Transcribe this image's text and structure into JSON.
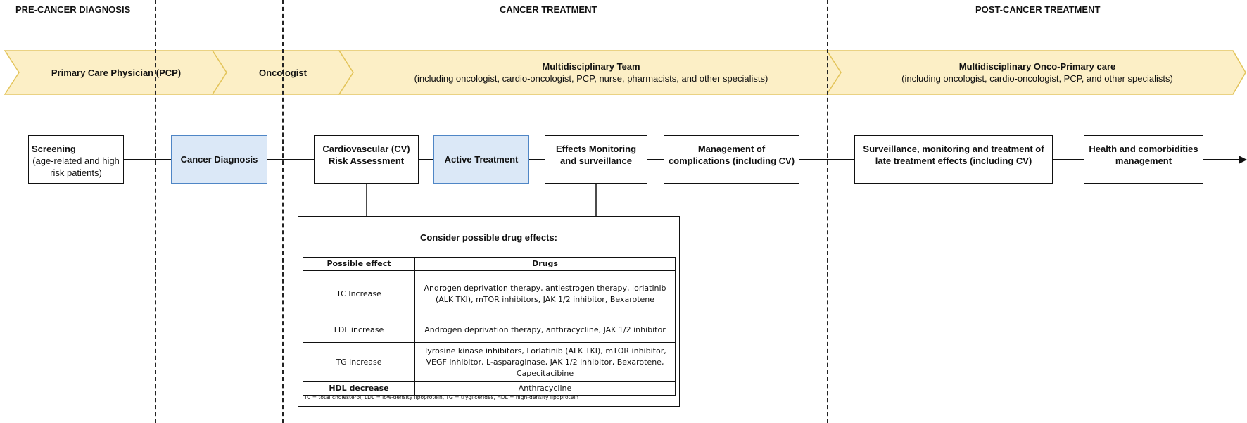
{
  "phases": {
    "pre": "PRE-CANCER DIAGNOSIS",
    "treatment": "CANCER TREATMENT",
    "post": "POST-CANCER TREATMENT"
  },
  "bands": {
    "pcp": "Primary Care Physician (PCP)",
    "oncologist": "Oncologist",
    "mdt_title": "Multidisciplinary Team",
    "mdt_sub": "(including oncologist, cardio-oncologist, PCP, nurse, pharmacists, and other specialists)",
    "onco_title": "Multidisciplinary Onco-Primary care",
    "onco_sub": "(including oncologist, cardio-oncologist, PCP, and other specialists)",
    "fill_color": "#fcefc6",
    "stroke_color": "#e3c45a"
  },
  "steps": {
    "screening_title": "Screening",
    "screening_sub": "(age-related and high risk patients)",
    "diagnosis": "Cancer Diagnosis",
    "cv_risk": "Cardiovascular (CV) Risk Assessment",
    "active": "Active Treatment",
    "monitoring": "Effects Monitoring and surveillance",
    "complications": "Management of complications (including CV)",
    "surveillance": "Surveillance, monitoring and treatment of late treatment effects (including CV)",
    "health": "Health and comorbidities management"
  },
  "drug_panel": {
    "title": "Consider possible drug effects:",
    "headers": [
      "Possible effect",
      "Drugs"
    ],
    "rows": [
      {
        "effect": "TC Increase",
        "drugs": "Androgen deprivation therapy, antiestrogen therapy, lorlatinib (ALK TKI), mTOR inhibitors, JAK 1/2 inhibitor, Bexarotene"
      },
      {
        "effect": "LDL increase",
        "drugs": "Androgen deprivation therapy, anthracycline, JAK 1/2 inhibitor"
      },
      {
        "effect": "TG increase",
        "drugs": "Tyrosine kinase inhibitors, Lorlatinib (ALK TKI), mTOR inhibitor, VEGF inhibitor, L-asparaginase, JAK 1/2 inhibitor, Bexarotene, Capecitacibine"
      },
      {
        "effect": "HDL decrease",
        "drugs": "Anthracycline"
      }
    ],
    "footnote": "TC = total cholesterol, LDL = low-density lipoprotein, TG = tryglicerides, HDL = high-density lipoprotein"
  }
}
